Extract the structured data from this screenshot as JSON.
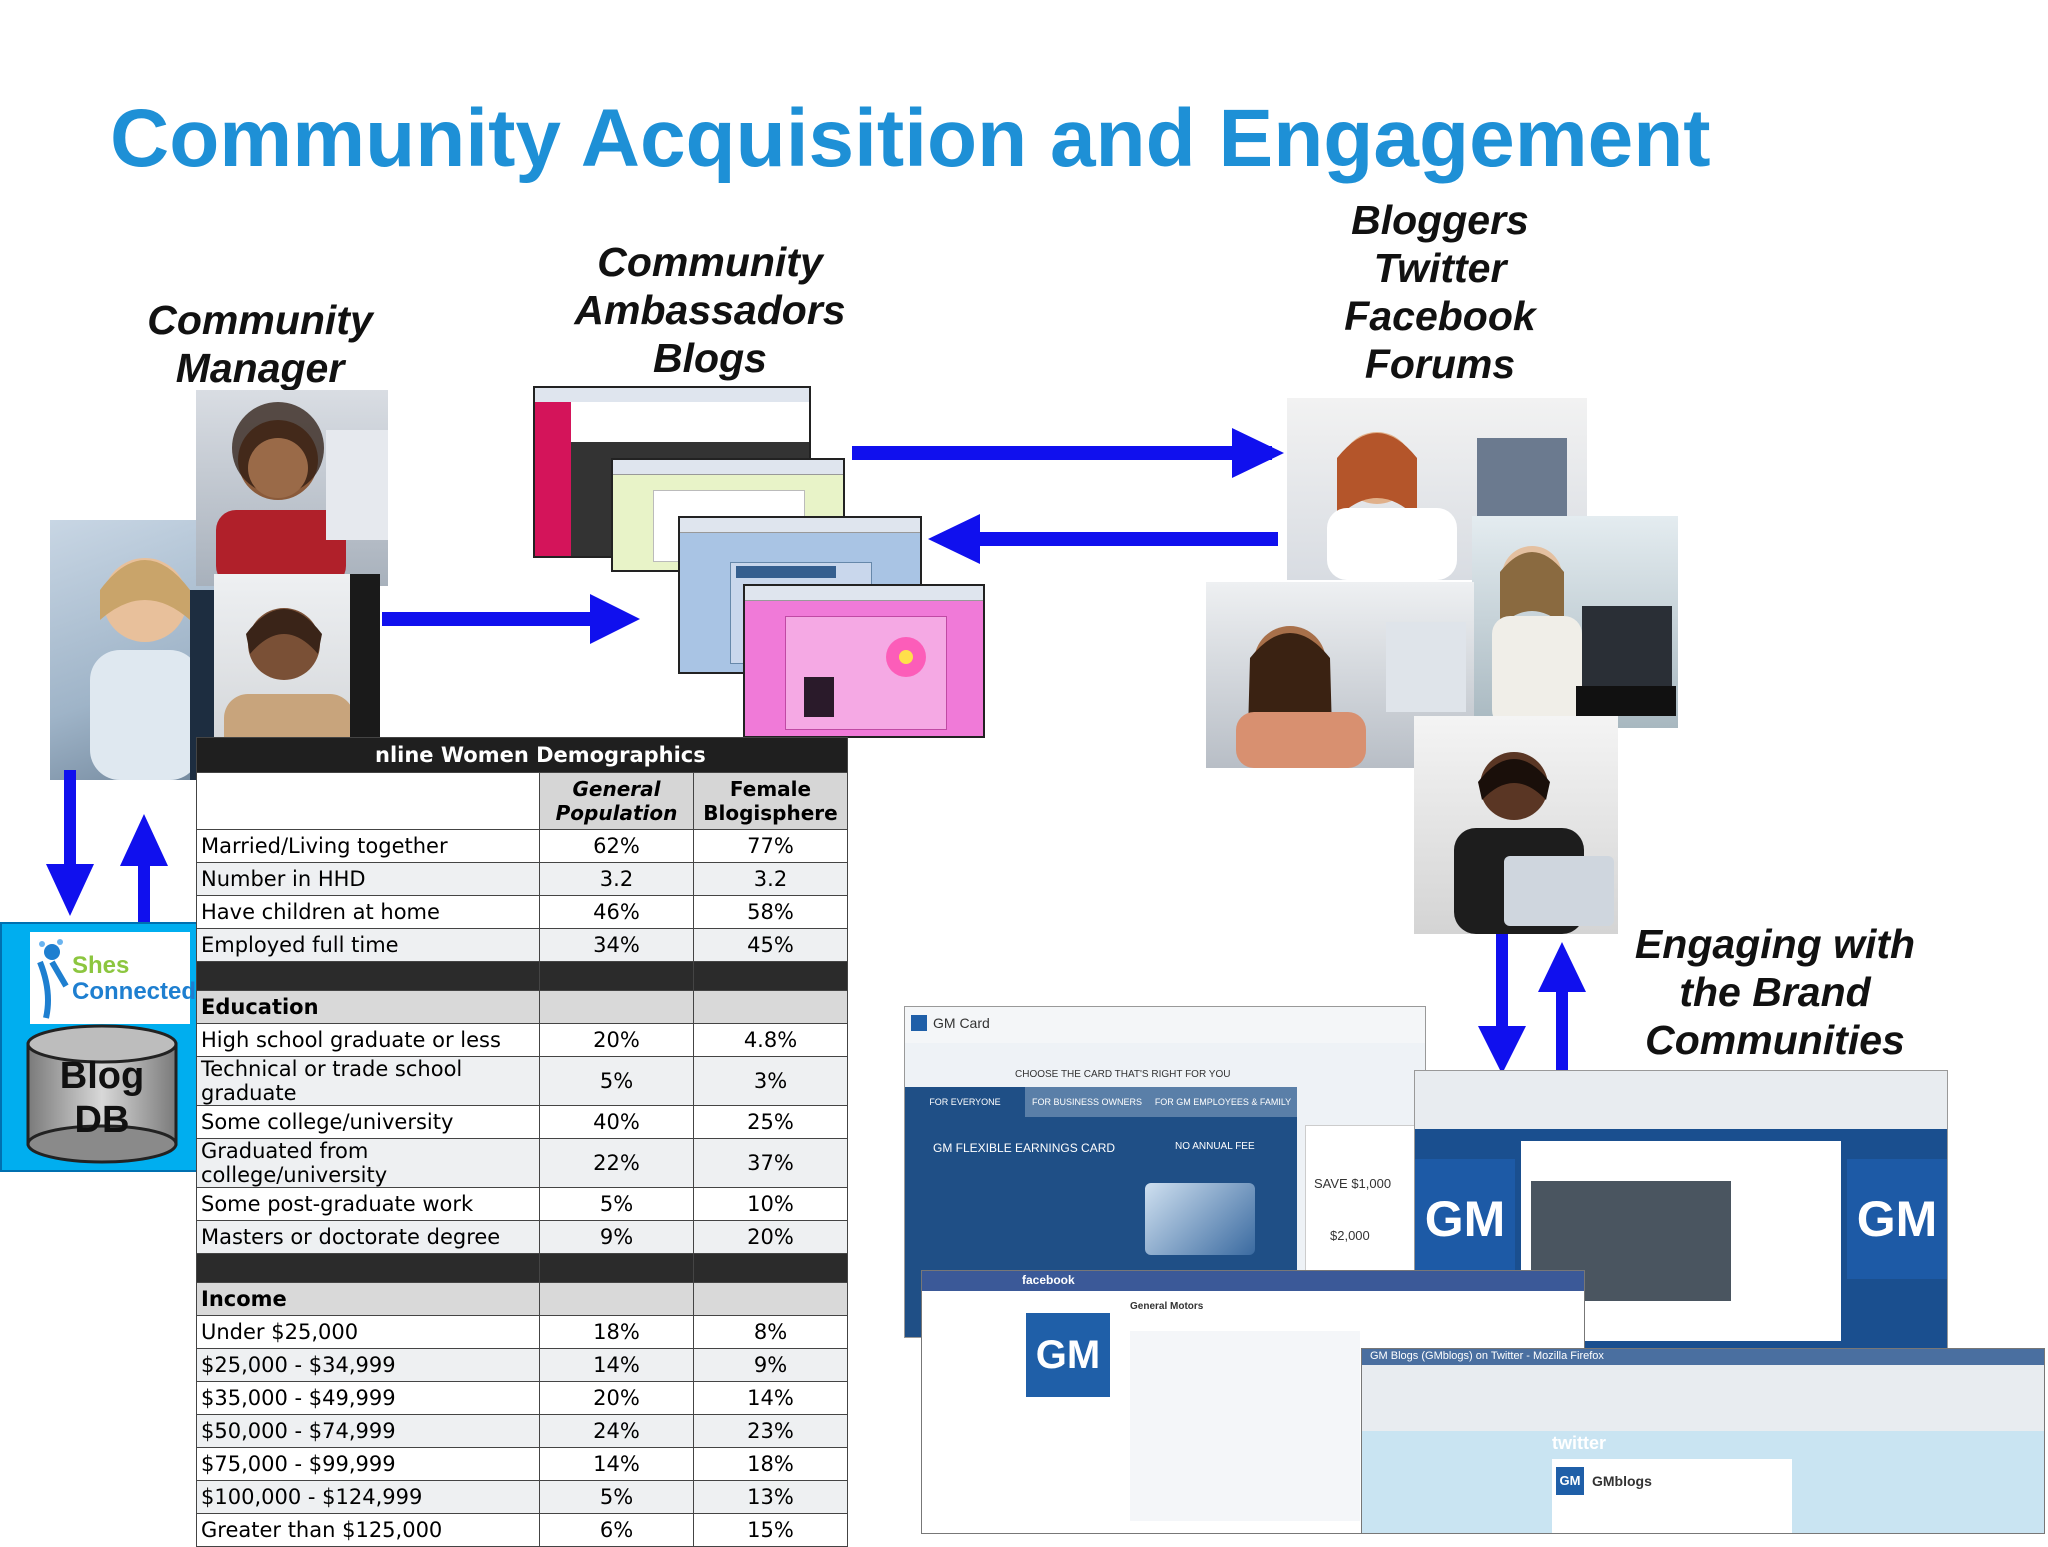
{
  "slide": {
    "title": "Community Acquisition and Engagement"
  },
  "labels": {
    "community_manager": [
      "Community",
      "Manager"
    ],
    "ambassadors": [
      "Community",
      "Ambassadors",
      "Blogs"
    ],
    "channels": [
      "Bloggers",
      "Twitter",
      "Facebook",
      "Forums"
    ],
    "engaging": [
      "Engaging with",
      "the Brand",
      "Communities"
    ]
  },
  "blog_db": {
    "logo_line1": "Shes",
    "logo_line2": "Connected",
    "db_line1": "Blog",
    "db_line2": "DB"
  },
  "demographics": {
    "caption": "nline Women Demographics",
    "col1": [
      "General",
      "Population"
    ],
    "col2": [
      "Female",
      "Blogisphere"
    ],
    "rows_top": [
      {
        "label": "Married/Living together",
        "gen": "62%",
        "fem": "77%"
      },
      {
        "label": "Number in HHD",
        "gen": "3.2",
        "fem": "3.2"
      },
      {
        "label": "Have children at home",
        "gen": "46%",
        "fem": "58%"
      },
      {
        "label": "Employed full time",
        "gen": "34%",
        "fem": "45%"
      }
    ],
    "education_header": "Education",
    "education": [
      {
        "label": "High school graduate or less",
        "gen": "20%",
        "fem": "4.8%"
      },
      {
        "label": "Technical or trade school graduate",
        "gen": "5%",
        "fem": "3%"
      },
      {
        "label": "Some college/university",
        "gen": "40%",
        "fem": "25%"
      },
      {
        "label": "Graduated from college/university",
        "gen": "22%",
        "fem": "37%"
      },
      {
        "label": "Some post-graduate work",
        "gen": "5%",
        "fem": "10%"
      },
      {
        "label": "Masters or doctorate degree",
        "gen": "9%",
        "fem": "20%"
      }
    ],
    "income_header": "Income",
    "income": [
      {
        "label": "Under $25,000",
        "gen": "18%",
        "fem": "8%"
      },
      {
        "label": "$25,000 - $34,999",
        "gen": "14%",
        "fem": "9%"
      },
      {
        "label": "$35,000 - $49,999",
        "gen": "20%",
        "fem": "14%"
      },
      {
        "label": "$50,000 - $74,999",
        "gen": "24%",
        "fem": "23%"
      },
      {
        "label": "$75,000 - $99,999",
        "gen": "14%",
        "fem": "18%"
      },
      {
        "label": "$100,000 - $124,999",
        "gen": "5%",
        "fem": "13%"
      },
      {
        "label": "Greater than $125,000",
        "gen": "6%",
        "fem": "15%"
      }
    ]
  },
  "screens": {
    "gm_card": {
      "brand": "GM Card",
      "tagline": "CHOOSE THE CARD THAT'S RIGHT FOR YOU",
      "tab1": "FOR EVERYONE",
      "tab2": "FOR BUSINESS OWNERS",
      "tab3": "FOR GM EMPLOYEES & FAMILY",
      "product": "GM FLEXIBLE EARNINGS CARD",
      "fee": "NO ANNUAL FEE",
      "save1": "SAVE $1,000",
      "save2": "$2,000"
    },
    "facebook": {
      "brand": "facebook",
      "page": "General Motors",
      "logo": "GM"
    },
    "youtube": {
      "logo": "GM",
      "logo2": "GM"
    },
    "twitter": {
      "window_title": "GM Blogs (GMblogs) on Twitter - Mozilla Firefox",
      "brand": "twitter",
      "handle": "GMblogs",
      "logo": "GM"
    }
  },
  "colors": {
    "title": "#1e90d6",
    "arrow": "#1010ee",
    "blogdb_bg": "#00aeef",
    "facebook": "#3b5998",
    "gm_blue": "#1f5fa8"
  }
}
